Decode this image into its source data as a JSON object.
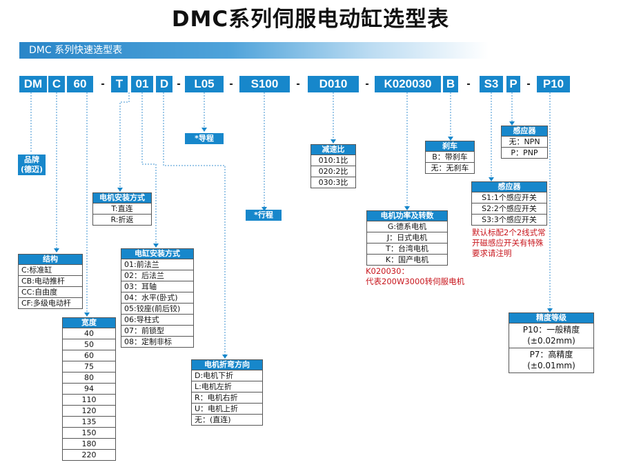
{
  "title": "DMC系列伺服电动缸选型表",
  "banner": "DMC 系列快速选型表",
  "code": {
    "parts": [
      "DM",
      "C",
      "60",
      "T",
      "01",
      "D",
      "L05",
      "S100",
      "D010",
      "K020030",
      "B",
      "S3",
      "P",
      "P10"
    ],
    "separator": "-"
  },
  "brand": {
    "line1": "品牌",
    "line2": "(德迈)"
  },
  "stroke_lead": "*导程",
  "stroke_travel": "*行程",
  "structure": {
    "header": "结构",
    "rows": [
      "C:标准缸",
      "CB:电动推杆",
      "CC:自由度",
      "CF:多级电动杆"
    ]
  },
  "width": {
    "header": "宽度",
    "rows": [
      "40",
      "50",
      "60",
      "75",
      "80",
      "94",
      "110",
      "120",
      "135",
      "150",
      "180",
      "220"
    ]
  },
  "motor_mount": {
    "header": "电机安装方式",
    "rows": [
      "T:直连",
      "R:折返"
    ]
  },
  "cylinder_mount": {
    "header": "电缸安装方式",
    "rows": [
      "01:前法兰",
      "02：后法兰",
      "03：耳轴",
      "04：水平(卧式)",
      "05:铰座(前后铰)",
      "06:导柱式",
      "07：前锁型",
      "08：定制非标"
    ]
  },
  "motor_fold": {
    "header": "电机折弯方向",
    "rows": [
      "D:电机下折",
      "L:电机左折",
      "R：电机右折",
      "U：电机上折",
      "无：(直连)"
    ]
  },
  "reduction": {
    "header": "减速比",
    "rows": [
      "010:1比",
      "020:2比",
      "030:3比"
    ]
  },
  "motor_power": {
    "header": "电机功率及转数",
    "rows": [
      "G:德系电机",
      "J：日式电机",
      "T：台湾电机",
      "K：国产电机"
    ],
    "note_line1": "K020030：",
    "note_line2": "代表200W3000转伺服电机"
  },
  "brake": {
    "header": "刹车",
    "rows": [
      "B：带刹车",
      "无：无刹车"
    ]
  },
  "sensor_type": {
    "header": "感应器",
    "rows": [
      "无：NPN",
      "P：PNP"
    ]
  },
  "sensor_count": {
    "header": "感应器",
    "rows": [
      "S1:1个感应开关",
      "S2:2个感应开关",
      "S3:3个感应开关"
    ],
    "note": [
      "默认标配2个2线式常",
      "开磁感应开关有特殊",
      "要求请注明"
    ]
  },
  "precision": {
    "header": "精度等级",
    "rows": [
      {
        "line1": "P10：一般精度",
        "line2": "(±0.02mm)"
      },
      {
        "line1": "P7：高精度",
        "line2": "(±0.01mm)"
      }
    ]
  },
  "colors": {
    "accent": "#1787cb",
    "note_red": "#c8161d",
    "leader": "#1787cb"
  }
}
